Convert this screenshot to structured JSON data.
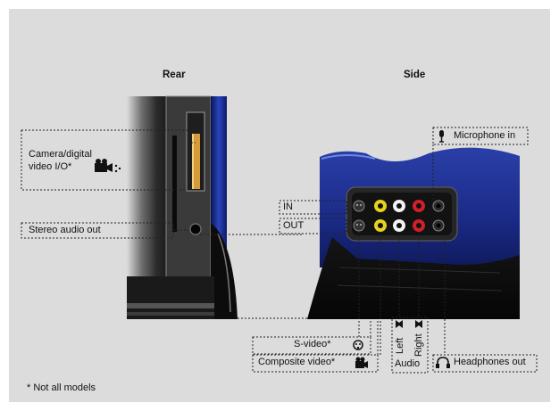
{
  "titles": {
    "rear": "Rear",
    "side": "Side"
  },
  "labels": {
    "camera_line1": "Camera/digital",
    "camera_line2": "video I/O*",
    "stereo_audio_out": "Stereo audio out",
    "in": "IN",
    "out": "OUT",
    "microphone_in": "Microphone in",
    "s_video": "S-video*",
    "composite_video": "Composite video*",
    "left": "Left",
    "right": "Right",
    "audio": "Audio",
    "headphones_out": "Headphones out"
  },
  "footnote": "* Not all models",
  "colors": {
    "background": "#dcdcdc",
    "case_blue": "#1c2f8f",
    "case_black": "#0e0e0e",
    "jack_yellow": "#e8d21a",
    "jack_white": "#f2f2f2",
    "jack_red": "#d0202a"
  },
  "icons": [
    "camera-icon",
    "microphone-icon",
    "s-video-icon",
    "composite-video-icon",
    "speaker-icon",
    "headphones-icon"
  ]
}
